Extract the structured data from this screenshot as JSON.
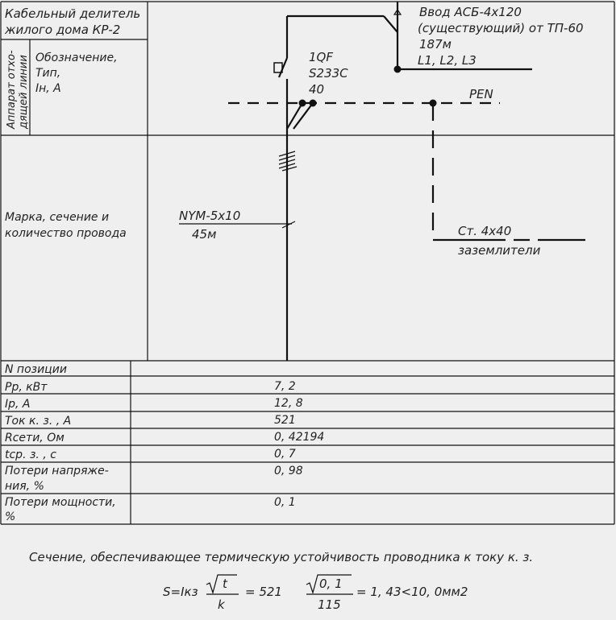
{
  "header": {
    "title_line1": "Кабельный делитель",
    "title_line2": "жилого дома КР-2",
    "apparatus_line1": "Аппарат отхо-",
    "apparatus_line2": "дящей линии",
    "designation_line1": "Обозначение,",
    "designation_line2": "Тип,",
    "designation_line3": "Iн, А"
  },
  "left_labels": {
    "cable_line1": "Марка, сечение и",
    "cable_line2": "количество провода"
  },
  "diagram": {
    "input_line1": "Ввод АСБ-4х120",
    "input_line2": "(существующий) от ТП-60",
    "input_length": "187м",
    "phases": "L1, L2, L3",
    "breaker_name": "1QF",
    "breaker_type": "S233C",
    "breaker_current": "40",
    "pen_label": "PEN",
    "cable_mark": "NYM-5х10",
    "cable_length": "45м",
    "ground_label": "Ст. 4х40",
    "ground_sub": "заземлители"
  },
  "table": {
    "rows": [
      {
        "label1": "N позиции",
        "label2": "",
        "value": ""
      },
      {
        "label1": "Рр,  кВт",
        "label2": "",
        "value": "7, 2"
      },
      {
        "label1": "Iр,  А",
        "label2": "",
        "value": "12, 8"
      },
      {
        "label1": "Ток к. з. , А",
        "label2": "",
        "value": "521"
      },
      {
        "label1": "Rсети,  Ом",
        "label2": "",
        "value": "0, 42194"
      },
      {
        "label1": "tср. з. ,  с",
        "label2": "",
        "value": "0, 7"
      },
      {
        "label1": "Потери напряже-",
        "label2": "ния,  %",
        "value": "0, 98"
      },
      {
        "label1": "Потери мощности,",
        "label2": "%",
        "value": "0, 1"
      }
    ]
  },
  "footer": {
    "caption": "Сечение,  обеспечивающее термическую устойчивость проводника к току к. з.",
    "formula_lhs": "S=Iкз",
    "sqrt1_arg": "t",
    "denom1": "k",
    "eq1": "=  521",
    "sqrt2_arg": "0, 1",
    "denom2": "115",
    "result": "=  1, 43<10, 0мм2"
  }
}
